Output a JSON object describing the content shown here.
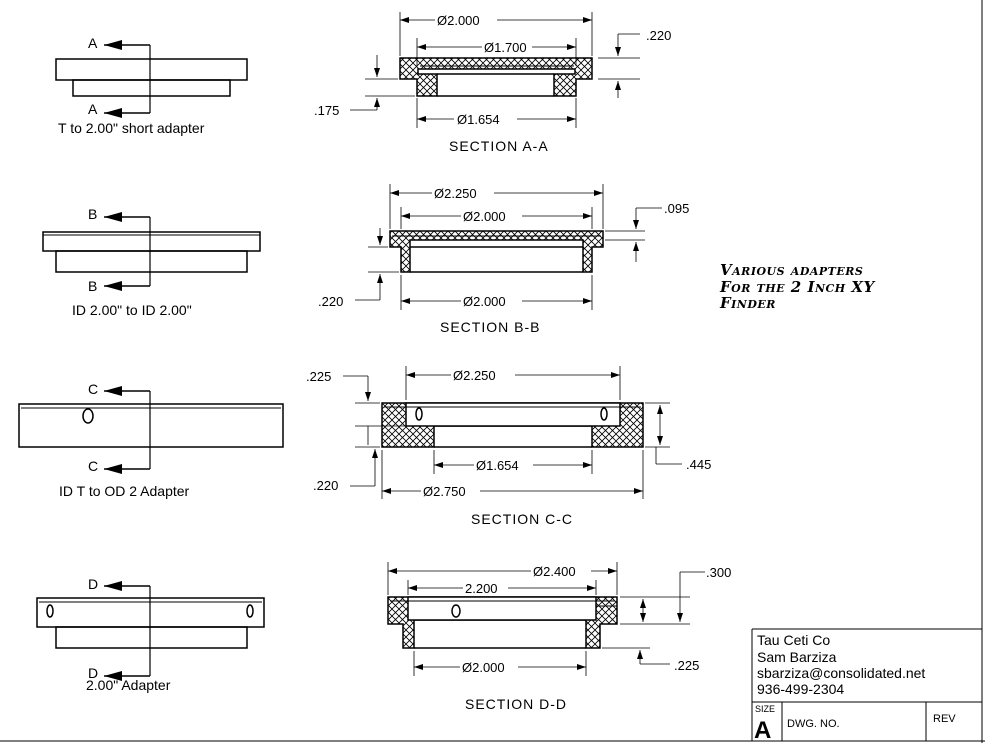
{
  "note": {
    "lines": [
      "Various adapters",
      "For the 2 Inch XY",
      "Finder"
    ]
  },
  "views": [
    {
      "caption": "T to 2.00\" short adapter",
      "section_letter": "A",
      "section_title": "SECTION A-A",
      "dims": {
        "d_top": "Ø2.000",
        "d_mid": "Ø1.700",
        "d_bot": "Ø1.654",
        "h_right": ".220",
        "h_left": ".175"
      }
    },
    {
      "caption": "ID 2.00\" to ID 2.00\"",
      "section_letter": "B",
      "section_title": "SECTION B-B",
      "dims": {
        "d_top": "Ø2.250",
        "d_mid": "Ø2.000",
        "d_bot": "Ø2.000",
        "h_right": ".095",
        "h_left": ".220"
      }
    },
    {
      "caption": "ID T to OD 2 Adapter",
      "section_letter": "C",
      "section_title": "SECTION C-C",
      "dims": {
        "d_top": "Ø2.250",
        "d_mid": "Ø1.654",
        "d_bot": "Ø2.750",
        "h_top_left": ".225",
        "h_bot_left": ".220",
        "h_right": ".445"
      }
    },
    {
      "caption": "2.00\" Adapter",
      "section_letter": "D",
      "section_title": "SECTION D-D",
      "dims": {
        "d_top": "Ø2.400",
        "d_mid": "2.200",
        "d_bot": "Ø2.000",
        "h_right_top": ".300",
        "h_right_bot": ".225"
      }
    }
  ],
  "title_block": {
    "company": "Tau Ceti Co",
    "name": "Sam Barziza",
    "email": "sbarziza@consolidated.net",
    "phone": "936-499-2304",
    "size_label": "SIZE",
    "size_value": "A",
    "dwg_label": "DWG.  NO.",
    "rev_label": "REV"
  }
}
